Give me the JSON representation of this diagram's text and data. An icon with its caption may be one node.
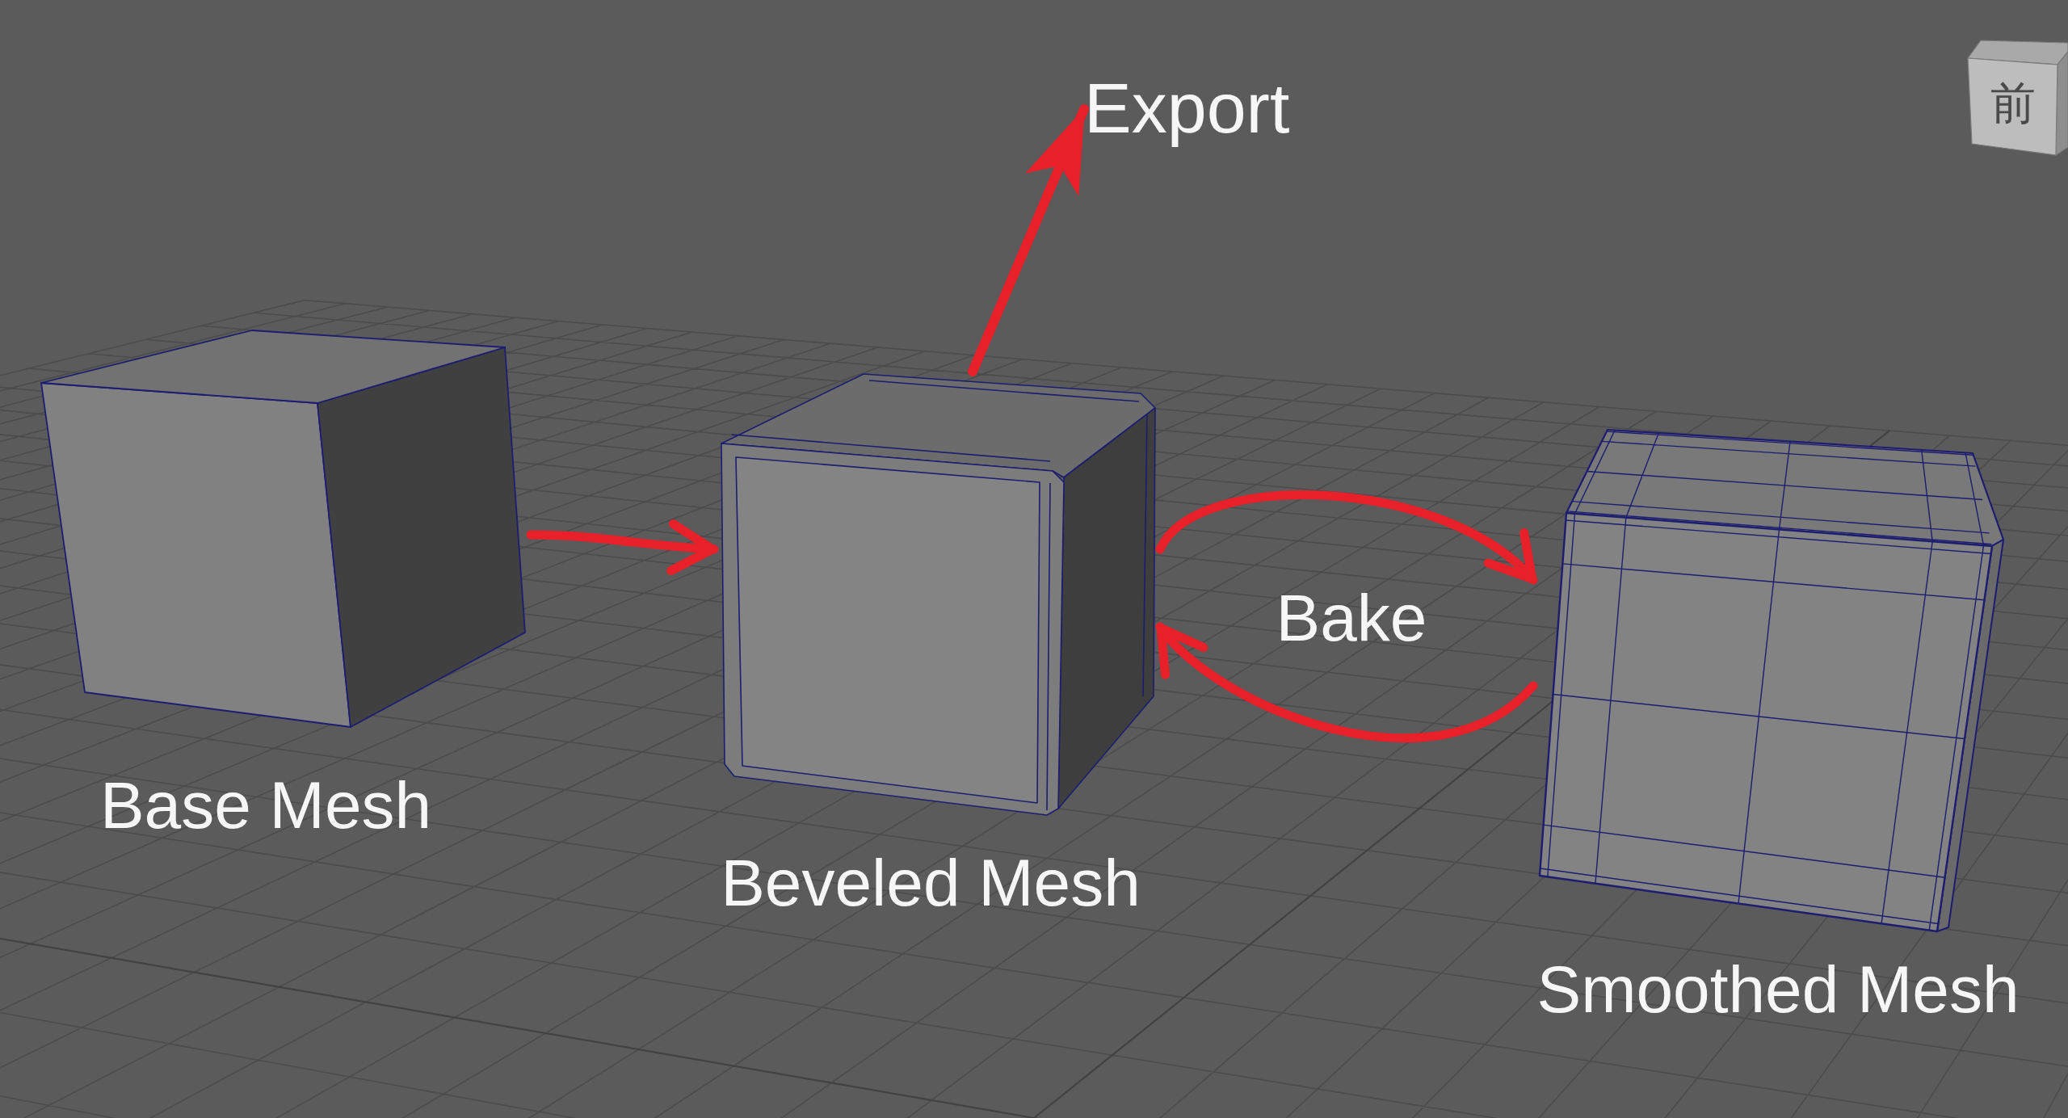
{
  "diagram": {
    "nodes": [
      {
        "text": [
          "Base Mesh"
        ]
      },
      {
        "text": [
          "Beveled Mesh"
        ]
      },
      {
        "text": [
          "Smoothed Mesh"
        ]
      },
      {
        "text": [
          "Export"
        ]
      },
      {
        "text": [
          "前"
        ]
      }
    ],
    "edges": [
      {
        "from": 0,
        "to": 1,
        "arrow": "to"
      },
      {
        "from": 1,
        "to": 2,
        "arrow": "to",
        "label": "Bake"
      },
      {
        "from": 2,
        "to": 1,
        "arrow": "to"
      },
      {
        "from": 1,
        "to": 3,
        "arrow": "to"
      }
    ]
  }
}
